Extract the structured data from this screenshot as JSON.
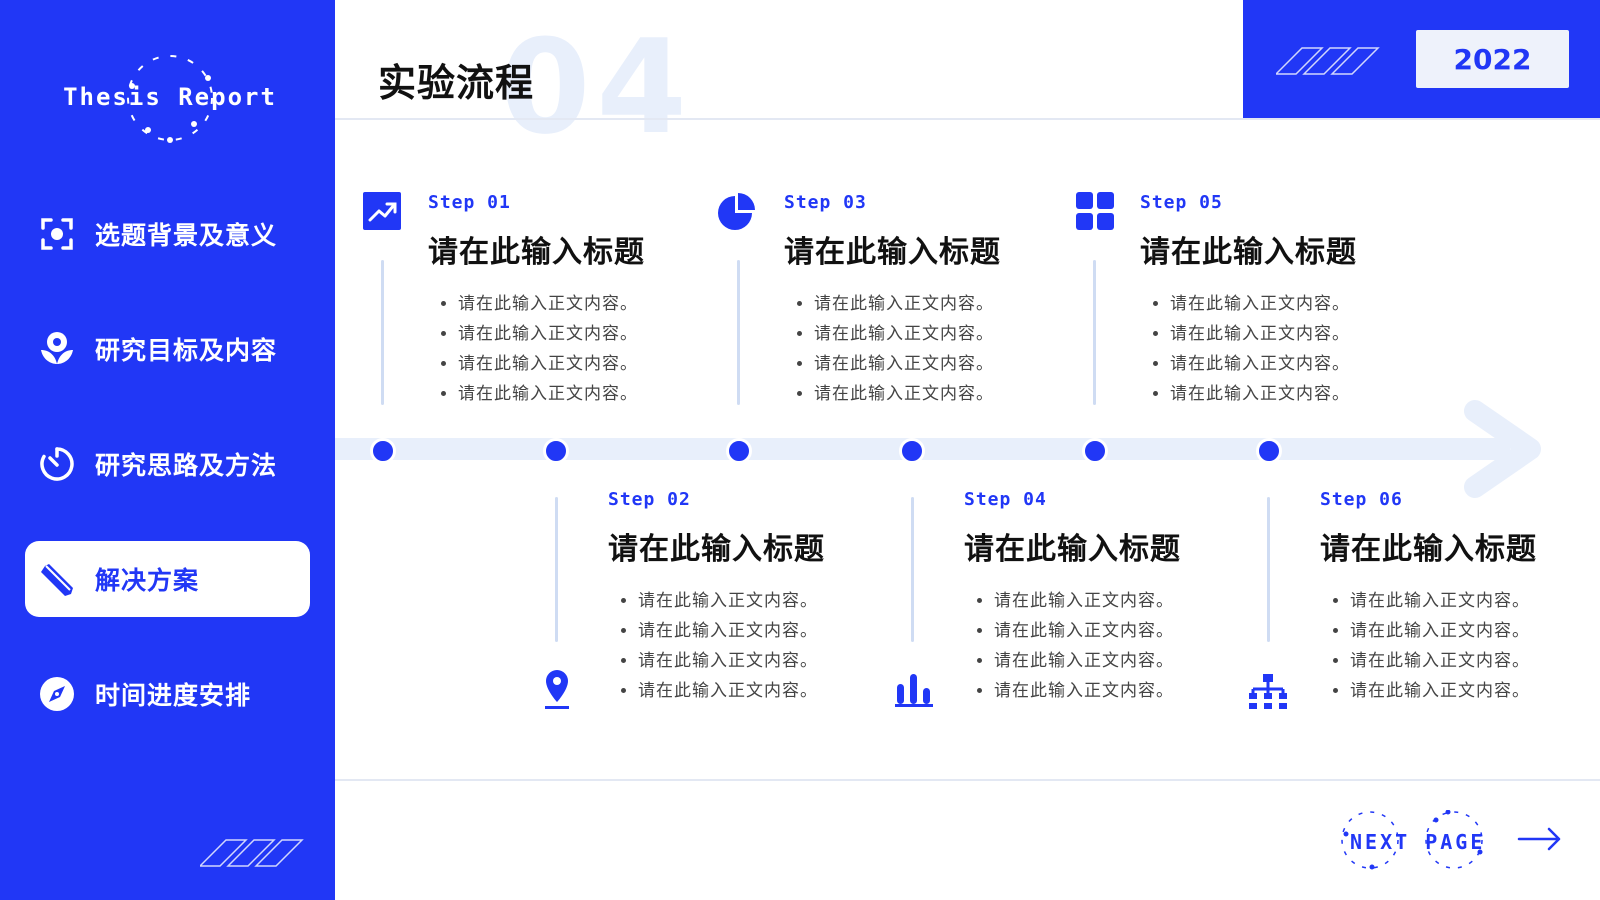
{
  "sidebar": {
    "logo_text": "Thesis Report",
    "items": [
      {
        "label": "选题背景及意义",
        "icon": "scan-focus-icon",
        "active": false
      },
      {
        "label": "研究目标及内容",
        "icon": "flower-icon",
        "active": false
      },
      {
        "label": "研究思路及方法",
        "icon": "timer-icon",
        "active": false
      },
      {
        "label": "解决方案",
        "icon": "pencil-icon",
        "active": true
      },
      {
        "label": "时间进度安排",
        "icon": "compass-icon",
        "active": false
      }
    ]
  },
  "header": {
    "title": "实验流程",
    "section_number": "04",
    "year": "2022"
  },
  "steps": [
    {
      "label": "Step 01",
      "title": "请在此输入标题",
      "icon": "trend-chart-icon",
      "bullets": [
        "请在此输入正文内容。",
        "请在此输入正文内容。",
        "请在此输入正文内容。",
        "请在此输入正文内容。"
      ]
    },
    {
      "label": "Step 02",
      "title": "请在此输入标题",
      "icon": "location-pin-icon",
      "bullets": [
        "请在此输入正文内容。",
        "请在此输入正文内容。",
        "请在此输入正文内容。",
        "请在此输入正文内容。"
      ]
    },
    {
      "label": "Step 03",
      "title": "请在此输入标题",
      "icon": "pie-chart-icon",
      "bullets": [
        "请在此输入正文内容。",
        "请在此输入正文内容。",
        "请在此输入正文内容。",
        "请在此输入正文内容。"
      ]
    },
    {
      "label": "Step 04",
      "title": "请在此输入标题",
      "icon": "bar-chart-icon",
      "bullets": [
        "请在此输入正文内容。",
        "请在此输入正文内容。",
        "请在此输入正文内容。",
        "请在此输入正文内容。"
      ]
    },
    {
      "label": "Step 05",
      "title": "请在此输入标题",
      "icon": "grid-icon",
      "bullets": [
        "请在此输入正文内容。",
        "请在此输入正文内容。",
        "请在此输入正文内容。",
        "请在此输入正文内容。"
      ]
    },
    {
      "label": "Step 06",
      "title": "请在此输入标题",
      "icon": "org-chart-icon",
      "bullets": [
        "请在此输入正文内容。",
        "请在此输入正文内容。",
        "请在此输入正文内容。",
        "请在此输入正文内容。"
      ]
    }
  ],
  "footer": {
    "next_label": "NEXT PAGE"
  },
  "colors": {
    "accent": "#2137f6",
    "timeline_track": "#e8effb",
    "divider": "#cfdcf3"
  }
}
